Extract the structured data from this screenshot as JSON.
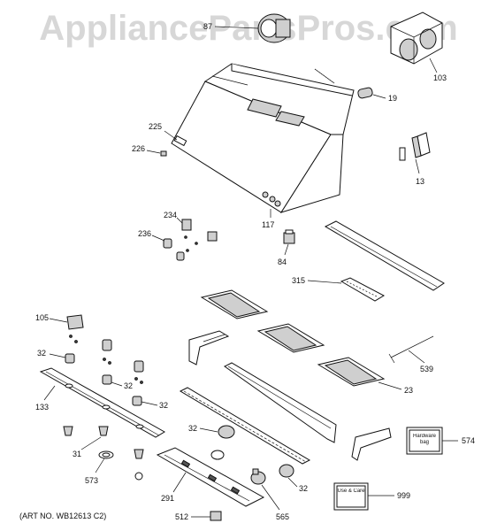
{
  "watermark": "AppliancePartsPros.com",
  "art_number": "(ART NO. WB12613 C2)",
  "callouts": {
    "c87": "87",
    "c103": "103",
    "c19": "19",
    "c225": "225",
    "c226": "226",
    "c13": "13",
    "c234": "234",
    "c236": "236",
    "c117": "117",
    "c84": "84",
    "c315": "315",
    "c105": "105",
    "c32a": "32",
    "c32b": "32",
    "c32c": "32",
    "c32d": "32",
    "c32e": "32",
    "c539": "539",
    "c133": "133",
    "c23": "23",
    "c31": "31",
    "c573": "573",
    "c291": "291",
    "c565": "565",
    "c512": "512",
    "c574": "574",
    "c999": "999"
  },
  "labels": {
    "hardware_bag": "Hardware bag",
    "use_care": "Use & Care"
  }
}
